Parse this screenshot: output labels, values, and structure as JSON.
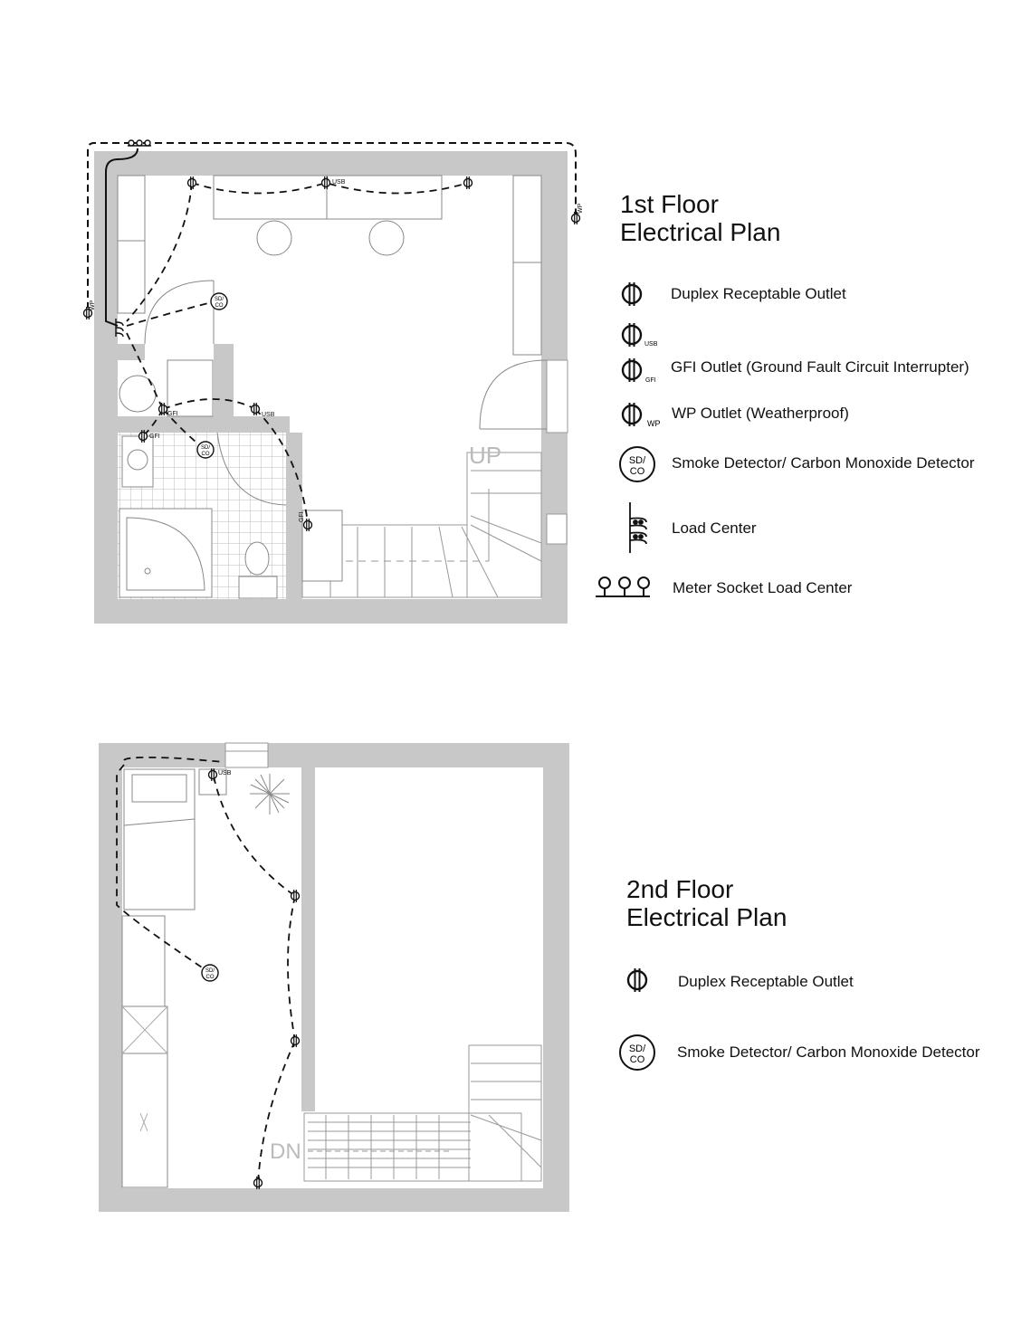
{
  "floor1": {
    "title_line1": "1st Floor",
    "title_line2": "Electrical Plan",
    "legend": [
      {
        "icon": "duplex-outlet-icon",
        "label": "Duplex Receptable Outlet"
      },
      {
        "icon": "usb-outlet-icon",
        "label": "",
        "sub": "USB"
      },
      {
        "icon": "gfi-outlet-icon",
        "label": "GFI Outlet (Ground Fault Circuit Interrupter)",
        "sub": "GFI"
      },
      {
        "icon": "wp-outlet-icon",
        "label": "WP Outlet (Weatherproof)",
        "sub": "WP"
      },
      {
        "icon": "smoke-co-detector-icon",
        "label": "Smoke Detector/ Carbon Monoxide Detector",
        "sub": "SD/ CO"
      },
      {
        "icon": "load-center-icon",
        "label": "Load Center"
      },
      {
        "icon": "meter-socket-icon",
        "label": "Meter Socket Load Center"
      }
    ],
    "plan_labels": {
      "up": "UP",
      "usb": "USB",
      "gfi": "GFI",
      "wp": "WP",
      "sd": "SD/",
      "co": "CO"
    }
  },
  "floor2": {
    "title_line1": "2nd Floor",
    "title_line2": "Electrical Plan",
    "legend": [
      {
        "icon": "duplex-outlet-icon",
        "label": "Duplex Receptable Outlet"
      },
      {
        "icon": "smoke-co-detector-icon",
        "label": "Smoke Detector/ Carbon Monoxide Detector",
        "sub": "SD/ CO"
      }
    ],
    "plan_labels": {
      "dn": "DN",
      "usb": "USB",
      "sd": "SD/",
      "co": "CO"
    }
  },
  "colors": {
    "wall": "#c8c8c8",
    "line": "#111111",
    "fixture": "#9a9a9a"
  }
}
